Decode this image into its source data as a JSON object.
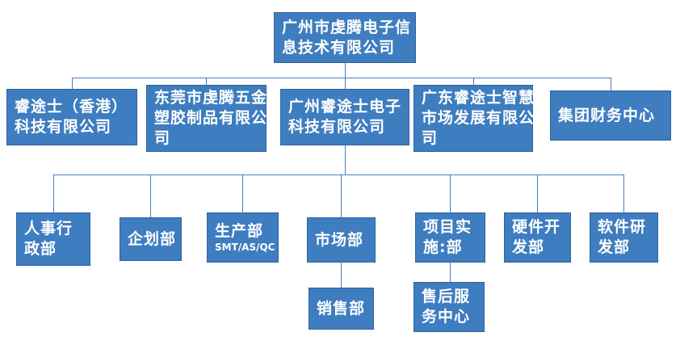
{
  "chart": {
    "title": "organization-chart",
    "root": {
      "lines": [
        "广州市虔腾电子信",
        "息技术有限公司"
      ]
    },
    "level2": [
      {
        "lines": [
          "睿途士（香港）",
          "科技有限公司"
        ]
      },
      {
        "lines": [
          "东莞市虔腾五金",
          "塑胶制品有限公",
          "司"
        ]
      },
      {
        "lines": [
          "广州睿途士电子",
          "科技有限公司"
        ]
      },
      {
        "lines": [
          "广东睿途士智慧",
          "市场发展有限公",
          "司"
        ]
      },
      {
        "lines": [
          "集团财务中心"
        ]
      }
    ],
    "level3": [
      {
        "lines": [
          "人事行",
          "政部"
        ]
      },
      {
        "lines": [
          "企划部"
        ]
      },
      {
        "lines": [
          "生产部"
        ],
        "sub": "SMT/AS/QC"
      },
      {
        "lines": [
          "市场部"
        ]
      },
      {
        "lines": [
          "项目实",
          "施:部"
        ]
      },
      {
        "lines": [
          "硬件开",
          "发部"
        ]
      },
      {
        "lines": [
          "软件研",
          "发部"
        ]
      }
    ],
    "level4": [
      {
        "lines": [
          "销售部"
        ]
      },
      {
        "lines": [
          "售后服",
          "务中心"
        ]
      }
    ],
    "colors": {
      "box_fill": "#3e7dbf",
      "box_border": "#2f639c",
      "line": "#4a7ebb",
      "text": "#ffffff"
    }
  }
}
